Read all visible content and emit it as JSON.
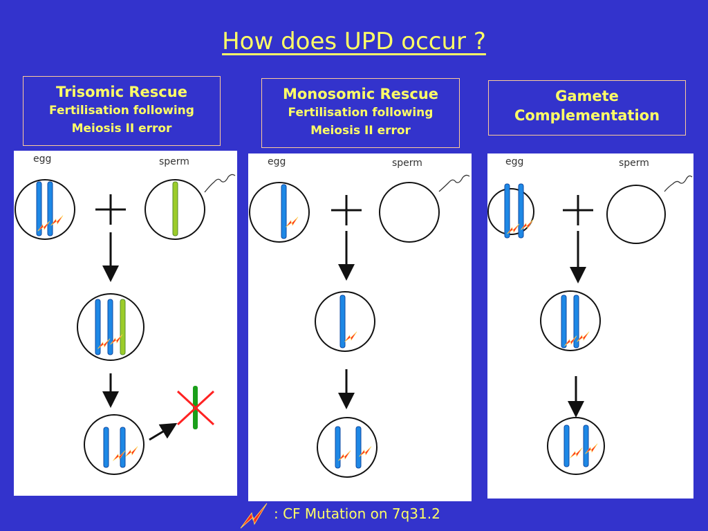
{
  "title": "How does UPD occur ?",
  "boxes": [
    {
      "heading": "Trisomic Rescue",
      "line1": "Fertilisation following",
      "line2": "Meiosis II error"
    },
    {
      "heading": "Monosomic Rescue",
      "line1": "Fertilisation following",
      "line2": "Meiosis II error"
    },
    {
      "heading": "Gamete",
      "line1": "Complementation"
    }
  ],
  "labels": {
    "egg": "egg",
    "sperm": "sperm"
  },
  "legend": ": CF Mutation on 7q31.2",
  "colors": {
    "background": "#3333cc",
    "text": "#ffff66",
    "maternal_chromosome": "#1e88e5",
    "paternal_chromosome": "#9ccc2a",
    "mutation": "#ff2222",
    "lost_chromosome": "#1a9f1a",
    "cross": "#ff2222"
  }
}
